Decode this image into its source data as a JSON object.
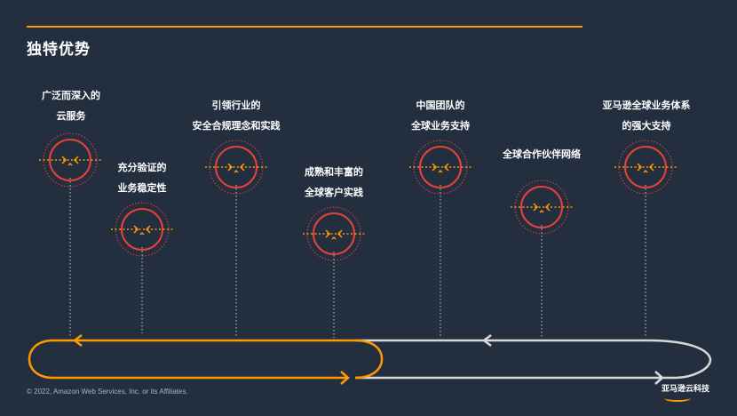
{
  "slide": {
    "title": "独特优势",
    "footer": "© 2022, Amazon Web Services, Inc. or its Affiliates.",
    "brand": "亚马逊云科技"
  },
  "colors": {
    "background": "#232f3e",
    "accent": "#ff9900",
    "ring": "#e8403a",
    "light": "#d9d9d9"
  },
  "advantages": [
    {
      "line1": "广泛而深入的",
      "line2": "云服务"
    },
    {
      "line1": "充分验证的",
      "line2": "业务稳定性"
    },
    {
      "line1": "引领行业的",
      "line2": "安全合规理念和实践"
    },
    {
      "line1": "成熟和丰富的",
      "line2": "全球客户实践"
    },
    {
      "line1": "中国团队的",
      "line2": "全球业务支持"
    },
    {
      "line1": "全球合作伙伴网络",
      "line2": ""
    },
    {
      "line1": "亚马逊全球业务体系",
      "line2": "的强大支持"
    }
  ],
  "icons": {
    "node": "target-chevron-icon",
    "arrow": "arrow-head-icon"
  }
}
